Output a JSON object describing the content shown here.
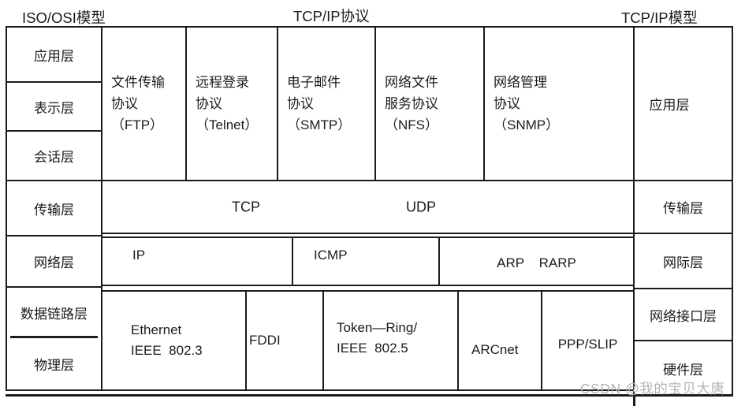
{
  "colors": {
    "line": "#1b1b1b",
    "text": "#1b1b1b",
    "watermark": "#b5b5b5",
    "background": "#ffffff"
  },
  "header": {
    "left": "ISO/OSI模型",
    "center": "TCP/IP协议",
    "right": "TCP/IP模型"
  },
  "osi_layers": [
    "应用层",
    "表示层",
    "会话层",
    "传输层",
    "网络层",
    "数据链路层",
    "物理层"
  ],
  "app_protocols": [
    "文件传输\n协议\n（FTP）",
    "远程登录\n协议\n（Telnet）",
    "电子邮件\n协议\n（SMTP）",
    "网络文件\n服务协议\n（NFS）",
    "网络管理\n协议\n（SNMP）"
  ],
  "transport": {
    "tcp": "TCP",
    "udp": "UDP"
  },
  "network": {
    "ip": "IP",
    "icmp": "ICMP",
    "arp_rarp": "ARP    RARP"
  },
  "link_protocols": [
    "Ethernet\nIEEE  802.3",
    "FDDI",
    "Token—Ring/\nIEEE  802.5",
    "ARCnet",
    "PPP/SLIP"
  ],
  "tcpip_layers": [
    "应用层",
    "传输层",
    "网际层",
    "网络接口层",
    "硬件层"
  ],
  "watermark": "CSDN @我的宝贝大唐"
}
